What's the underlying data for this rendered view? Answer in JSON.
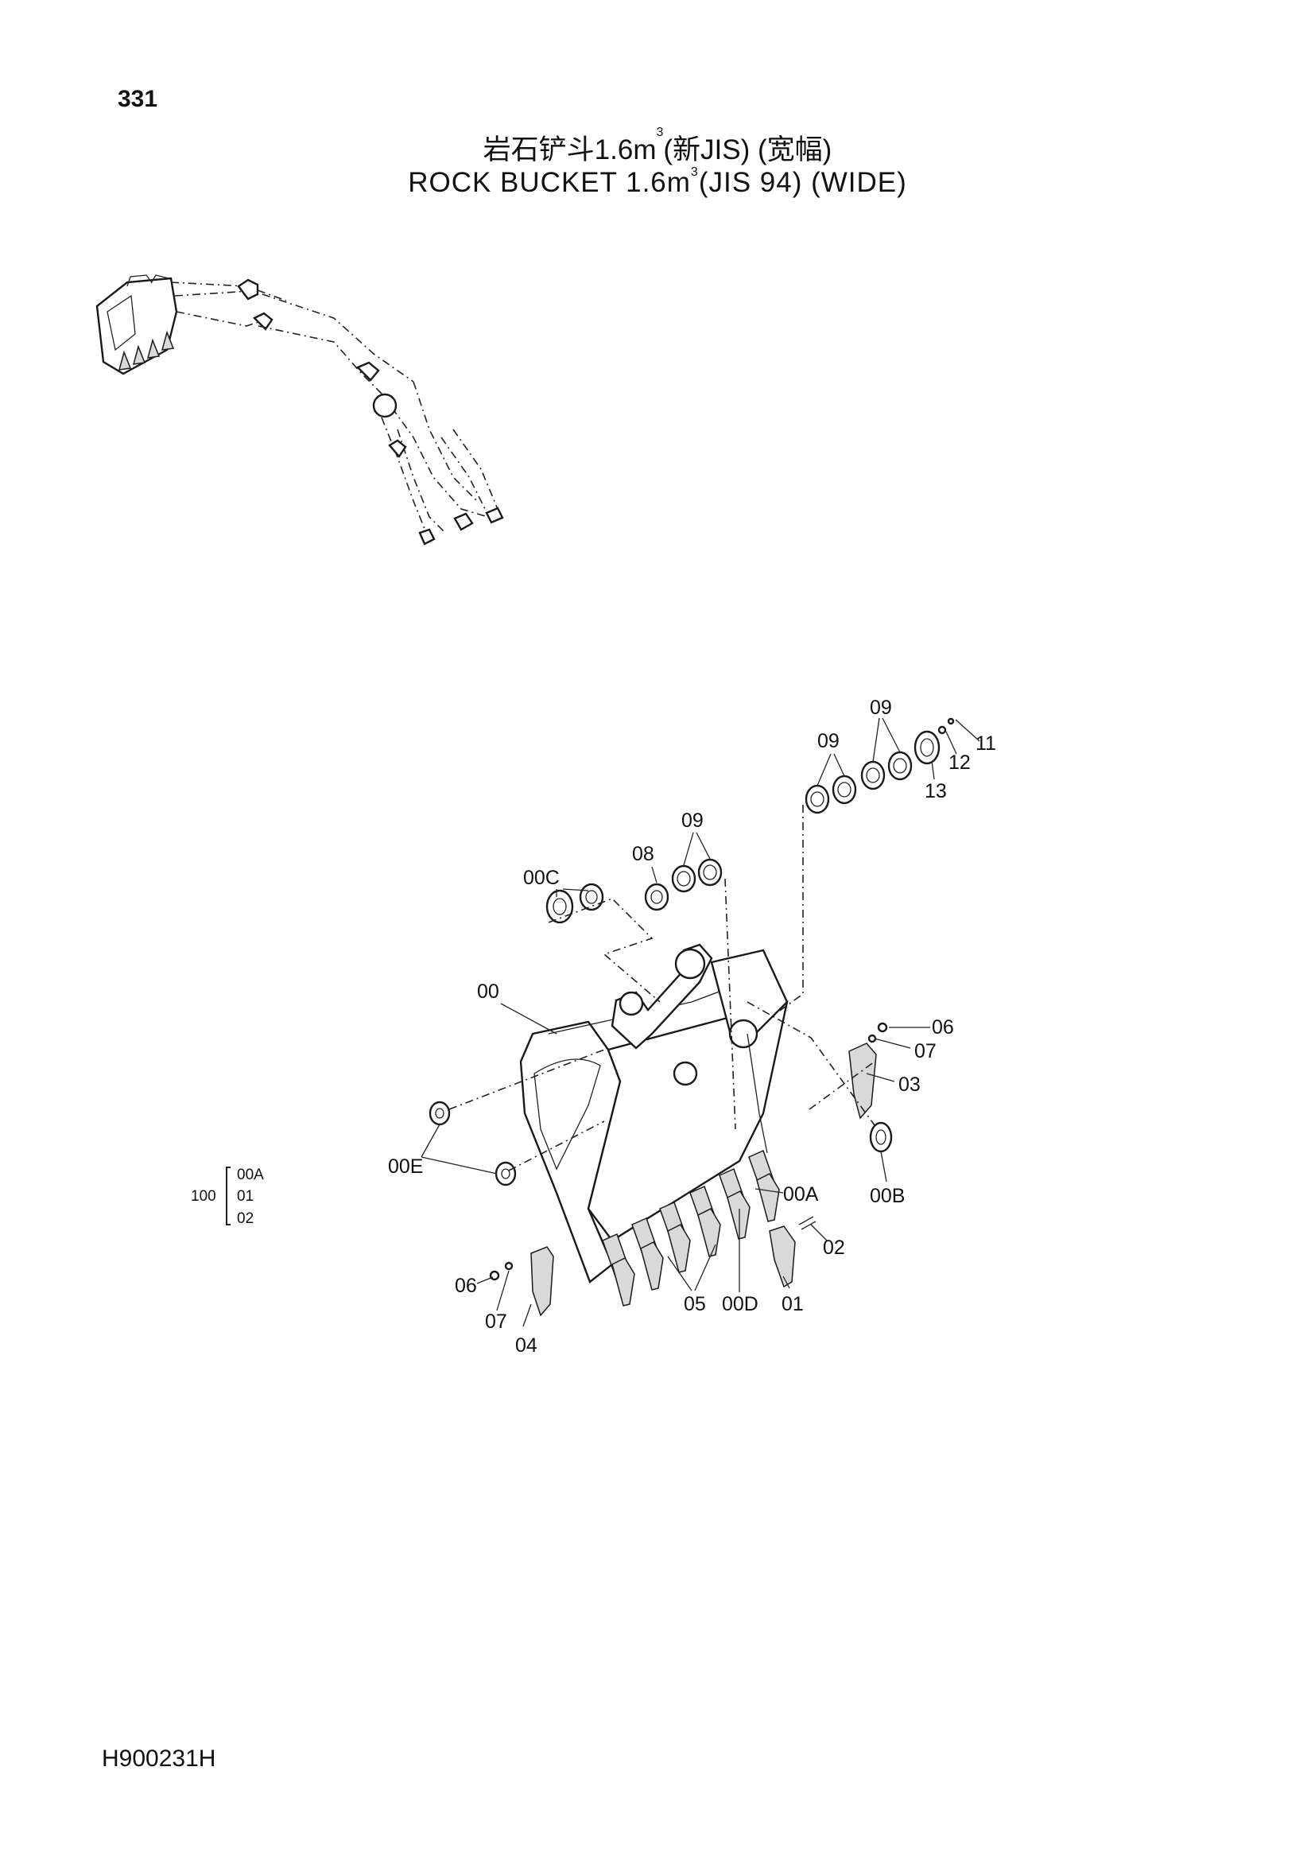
{
  "page_number": "331",
  "title_cn_main": "岩石铲斗1.6m",
  "title_cn_sup": "3",
  "title_cn_rest": "(新JIS) (宽幅)",
  "title_en_main": "ROCK  BUCKET  1.6m",
  "title_en_sup": "3",
  "title_en_rest": "(JIS 94)  (WIDE)",
  "doc_code": "H900231H",
  "callouts": {
    "c00": "00",
    "c00A": "00A",
    "c00B": "00B",
    "c00C": "00C",
    "c00D": "00D",
    "c00E": "00E",
    "c01": "01",
    "c02": "02",
    "c03": "03",
    "c04": "04",
    "c05": "05",
    "c06a": "06",
    "c06b": "06",
    "c07a": "07",
    "c07b": "07",
    "c08": "08",
    "c09a": "09",
    "c09b": "09",
    "c09c": "09",
    "c11": "11",
    "c12": "12",
    "c13": "13"
  },
  "assembly_group": {
    "number": "100",
    "items": [
      "00A",
      "01",
      "02"
    ]
  }
}
